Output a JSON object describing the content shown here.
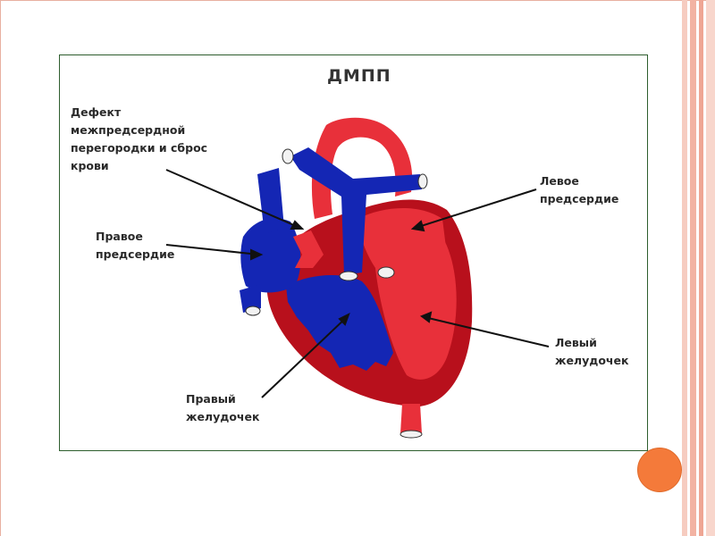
{
  "title": "ДМПП",
  "labels": {
    "defect": "Дефект\nмежпредсердной\nперегородки и сброс\nкрови",
    "right_atrium": "Правое\nпредсердие",
    "left_atrium": "Левое\nпредсердие",
    "left_ventricle": "Левый\nжелудочек",
    "right_ventricle": "Правый\nжелудочек"
  },
  "colors": {
    "oxygenated": "#e8303a",
    "deoxygenated": "#1426b4",
    "wall": "#b8101c",
    "accent": "#f47a3a"
  }
}
